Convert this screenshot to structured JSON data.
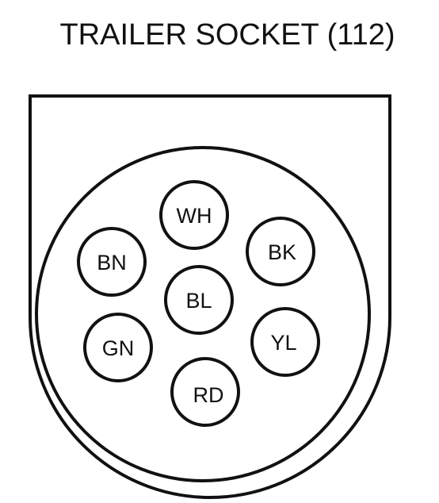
{
  "title": "TRAILER SOCKET (112)",
  "pins": [
    {
      "id": "wh",
      "label": "WH"
    },
    {
      "id": "bk",
      "label": "BK"
    },
    {
      "id": "bn",
      "label": "BN"
    },
    {
      "id": "bl",
      "label": "BL"
    },
    {
      "id": "gn",
      "label": "GN"
    },
    {
      "id": "yl",
      "label": "YL"
    },
    {
      "id": "rd",
      "label": "RD"
    }
  ],
  "colors": {
    "line": "#111111",
    "background": "#ffffff"
  }
}
